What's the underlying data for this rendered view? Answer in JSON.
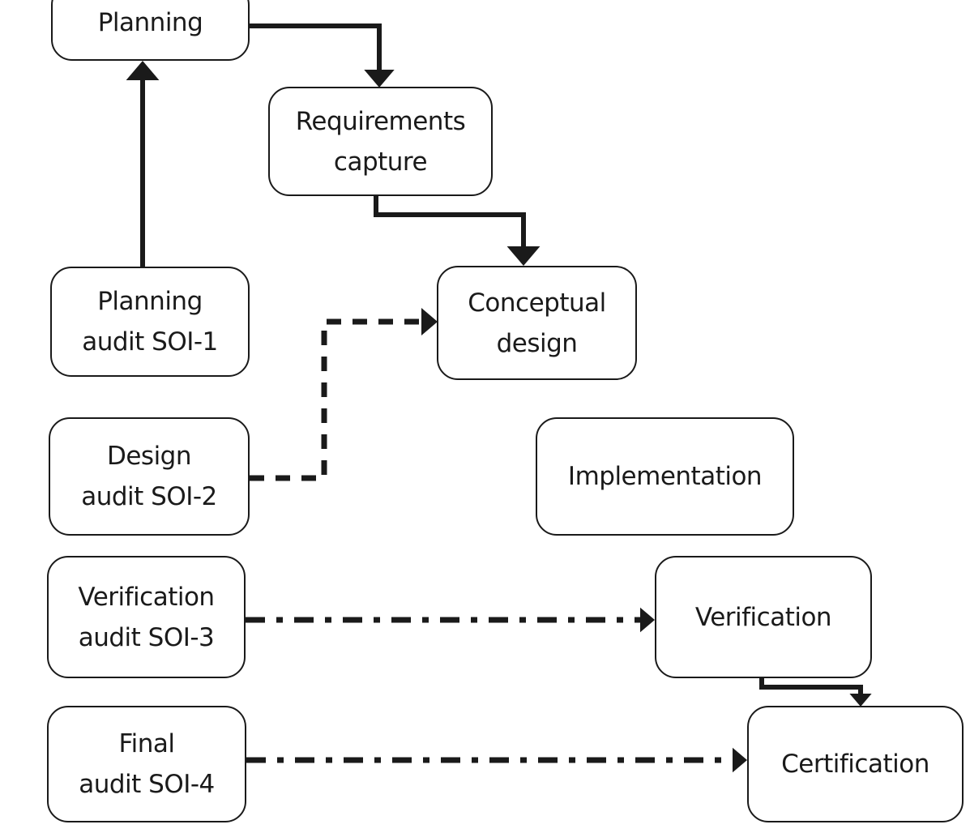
{
  "diagram": {
    "title": "",
    "colors": {
      "stroke": "#1a1a1a",
      "background": "#ffffff"
    },
    "nodes": [
      {
        "id": "planning",
        "lines": [
          "Planning"
        ]
      },
      {
        "id": "requirements-capture",
        "lines": [
          "Requirements",
          "capture"
        ]
      },
      {
        "id": "planning-audit-soi-1",
        "lines": [
          "Planning",
          "audit SOI-1"
        ]
      },
      {
        "id": "conceptual-design",
        "lines": [
          "Conceptual",
          "design"
        ]
      },
      {
        "id": "design-audit-soi-2",
        "lines": [
          "Design",
          "audit SOI-2"
        ]
      },
      {
        "id": "implementation",
        "lines": [
          "Implementation"
        ]
      },
      {
        "id": "verification-audit-soi-3",
        "lines": [
          "Verification",
          "audit SOI-3"
        ]
      },
      {
        "id": "verification",
        "lines": [
          "Verification"
        ]
      },
      {
        "id": "final-audit-soi-4",
        "lines": [
          "Final",
          "audit SOI-4"
        ]
      },
      {
        "id": "certification",
        "lines": [
          "Certification"
        ]
      }
    ],
    "edges": [
      {
        "from": "planning",
        "to": "requirements-capture",
        "style": "solid"
      },
      {
        "from": "requirements-capture",
        "to": "conceptual-design",
        "style": "solid"
      },
      {
        "from": "planning-audit-soi-1",
        "to": "planning",
        "style": "solid"
      },
      {
        "from": "design-audit-soi-2",
        "to": "conceptual-design",
        "style": "dashed"
      },
      {
        "from": "verification-audit-soi-3",
        "to": "verification",
        "style": "dash-dot"
      },
      {
        "from": "verification",
        "to": "certification",
        "style": "solid"
      },
      {
        "from": "final-audit-soi-4",
        "to": "certification",
        "style": "dash-dot"
      }
    ]
  }
}
